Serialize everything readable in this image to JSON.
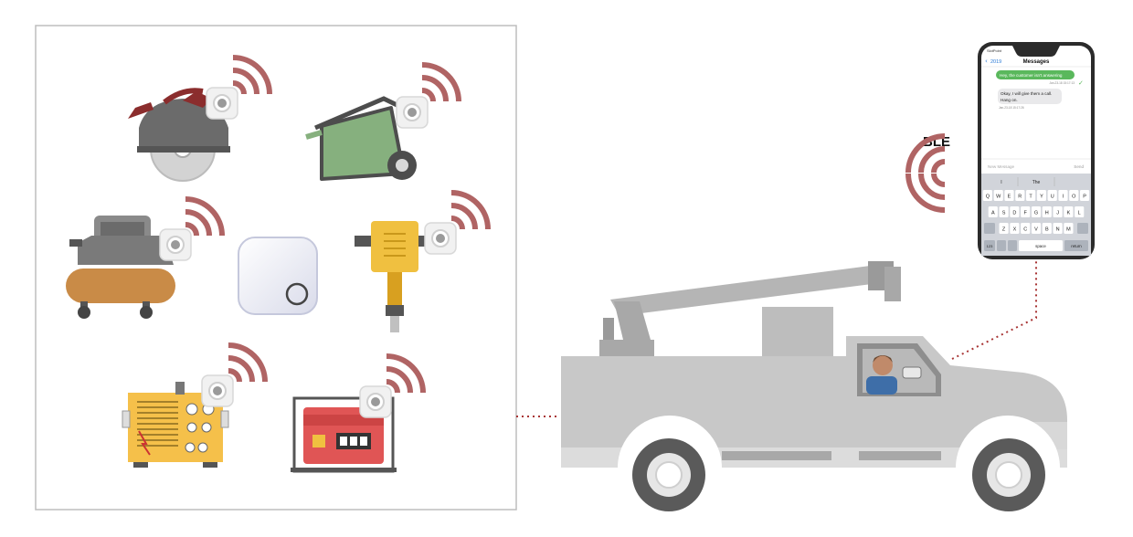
{
  "ble_label": "BLE",
  "phone": {
    "carrier": "SlotPoint",
    "back_label": "2019",
    "title": "Messages",
    "messages": [
      {
        "side": "out",
        "text": "Hey, the customer isn't answering",
        "time": "Jan-23-18 15:17:13"
      },
      {
        "side": "in",
        "text_lines": [
          "Okay, I will give them a call.",
          "Hang on."
        ],
        "time": "Jan-23-18 15:17:26"
      }
    ],
    "input_placeholder": "New Message",
    "send_label": "Send",
    "suggestions": [
      "I",
      "The",
      ""
    ],
    "keyboard_rows": [
      [
        "Q",
        "W",
        "E",
        "R",
        "T",
        "Y",
        "U",
        "I",
        "O",
        "P"
      ],
      [
        "A",
        "S",
        "D",
        "F",
        "G",
        "H",
        "J",
        "K",
        "L"
      ],
      [
        "Z",
        "X",
        "C",
        "V",
        "B",
        "N",
        "M"
      ]
    ],
    "key_123": "123",
    "key_space": "space",
    "key_return": "return"
  },
  "colors": {
    "signal": "#b06464",
    "tag": "#e8e8e8",
    "truck": "#c8c8c8",
    "truck_dark": "#a8a8a8",
    "link": "#a83434",
    "bubble_out": "#5ab85c",
    "bubble_in": "#e9e9eb"
  },
  "icons": [
    "circular-saw-icon",
    "lawn-mower-icon",
    "air-compressor-icon",
    "ble-tag-icon",
    "jackhammer-icon",
    "welder-generator-icon",
    "generator-icon",
    "bucket-truck-icon",
    "smartphone-icon",
    "signal-waves-icon"
  ]
}
